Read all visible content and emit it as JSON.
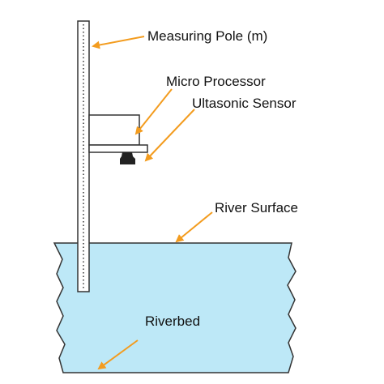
{
  "diagram": {
    "labels": {
      "measuring_pole": "Measuring Pole (m)",
      "micro_processor": "Micro Processor",
      "ultrasonic_sensor": "Ultasonic Sensor",
      "river_surface": "River Surface",
      "riverbed": "Riverbed"
    },
    "colors": {
      "water_fill": "#BDE8F7",
      "outline": "#333333",
      "arrow": "#F39C1F",
      "sensor_body": "#222222",
      "pole_fill": "#FFFFFF"
    }
  }
}
